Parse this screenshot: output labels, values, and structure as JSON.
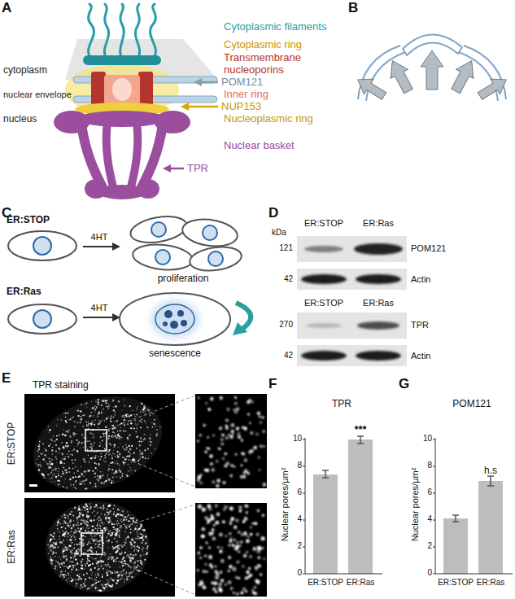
{
  "diagram": {
    "labels": [
      "A",
      "cytoplasm",
      "nuclear envelope",
      "nucleus",
      "Cytoplasmic filaments",
      "Cytoplasmic ring",
      "Transmembrane nucleoporins",
      "POM121",
      "Inner ring",
      "NUP153",
      "Nucleoplasmic ring",
      "Nuclear basket",
      "TPR",
      "B",
      "C",
      "ER:STOP",
      "4HT",
      "proliferation",
      "ER:Ras",
      "4HT",
      "senescence",
      "D",
      "ER:STOP",
      "ER:Ras",
      "kDa",
      "121",
      "POM121",
      "42",
      "Actin",
      "ER:STOP",
      "ER:Ras",
      "270",
      "TPR",
      "42",
      "Actin",
      "E",
      "TPR staining",
      "ER:STOP",
      "ER:Ras",
      "F",
      "TPR",
      "Nuclear pores/µm²",
      "10",
      "8",
      "6",
      "4",
      "2",
      "0",
      "***",
      "ER:STOP",
      "ER:Ras",
      "G",
      "POM121",
      "Nuclear pores/µm²",
      "10",
      "8",
      "6",
      "4",
      "2",
      "0",
      "h.s",
      "ER:STOP",
      "ER:Ras"
    ]
  }
}
